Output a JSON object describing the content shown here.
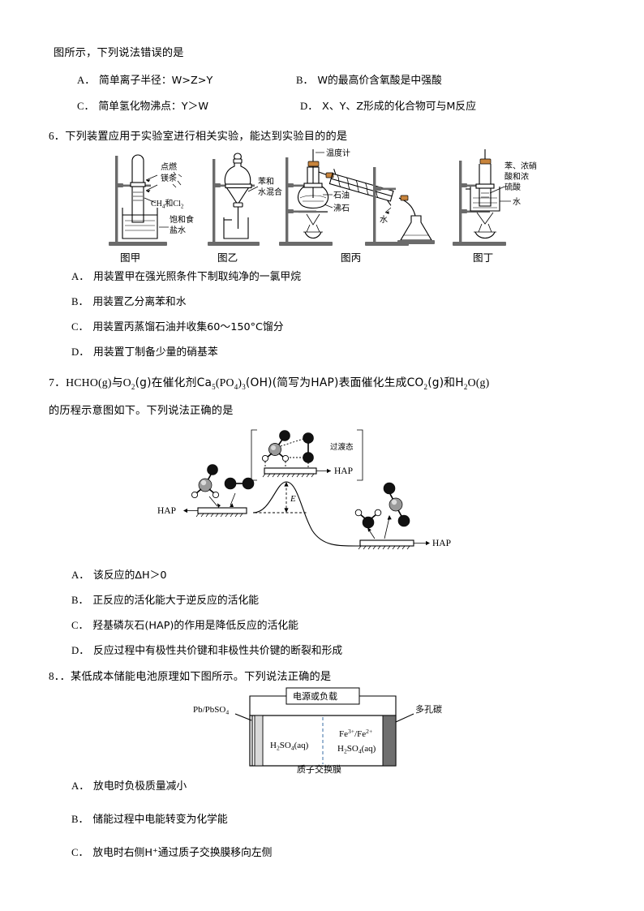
{
  "document": {
    "stem_top": "图所示，下列说法错误的是",
    "q5_options": [
      {
        "label": "A．",
        "text": "简单离子半径：W>Z>Y"
      },
      {
        "label": "B．",
        "text": "W的最高价含氧酸是中强酸"
      },
      {
        "label": "C．",
        "text": "简单氢化物沸点：Y＞W"
      },
      {
        "label": "D．",
        "text": "X、Y、Z形成的化合物可与M反应"
      }
    ],
    "q6": {
      "number": "6．",
      "stem": "下列装置应用于实验室进行相关实验，能达到实验目的的是",
      "figure_captions": [
        "图甲",
        "图乙",
        "图丙",
        "图丁"
      ],
      "apparatus_labels": {
        "a_ignite": "点燃",
        "a_mg": "镁条",
        "a_gas_pre": "CH",
        "a_gas_sub1": "4",
        "a_gas_mid": "和Cl",
        "a_gas_sub2": "2",
        "a_brine_1": "饱和食",
        "a_brine_2": "盐水",
        "b_mix_1": "苯和",
        "b_mix_2": "水混合",
        "c_thermometer": "温度计",
        "c_oil": "石油",
        "c_stone": "沸石",
        "c_water": "水",
        "d_reagent_1": "苯、浓硝",
        "d_reagent_2": "酸和浓",
        "d_reagent_3": "硫酸",
        "d_water": "水"
      },
      "options": [
        {
          "label": "A．",
          "text": "用装置甲在强光照条件下制取纯净的一氯甲烷"
        },
        {
          "label": "B．",
          "text": "用装置乙分离苯和水"
        },
        {
          "label": "C．",
          "text": "用装置丙蒸馏石油并收集60～150°C馏分"
        },
        {
          "label": "D．",
          "text": "用装置丁制备少量的硝基苯"
        }
      ]
    },
    "q7": {
      "number": "7．",
      "stem_line1_parts": [
        "HCHO(g)与O",
        "2",
        "(g)在催化剂Ca",
        "5",
        "(PO",
        "4",
        ")",
        "3",
        "(OH)(简写为HAP)表面催化生成CO",
        "2",
        "(g)和H",
        "2",
        "O(g)"
      ],
      "stem_line2": "的历程示意图如下。下列说法正确的是",
      "diagram_labels": {
        "transition_state": "过渡态",
        "hap_left": "HAP",
        "hap_top": "HAP",
        "hap_right": "HAP",
        "activation_energy": "E"
      },
      "options": [
        {
          "label": "A．",
          "text": "该反应的ΔH＞0"
        },
        {
          "label": "B．",
          "text": "正反应的活化能大于逆反应的活化能"
        },
        {
          "label": "C．",
          "text": "羟基磷灰石(HAP)的作用是降低反应的活化能"
        },
        {
          "label": "D．",
          "text": "反应过程中有极性共价键和非极性共价键的断裂和形成"
        }
      ]
    },
    "q8": {
      "number": "8．．",
      "stem": "某低成本储能电池原理如下图所示。下列说法正确的是",
      "diagram_labels": {
        "load": "电源或负载",
        "anode": "Pb/PbSO",
        "anode_sub": "4",
        "cathode": "多孔碳",
        "left_solution": "H2SO4(aq)",
        "right_couple_1": "Fe",
        "right_couple_sup1": "3+",
        "right_couple_mid": "/Fe",
        "right_couple_sup2": "2+",
        "right_solution": "H2SO4(aq)",
        "membrane": "质子交换膜"
      },
      "options": [
        {
          "label": "A．",
          "text": "放电时负极质量减小"
        },
        {
          "label": "B．",
          "text": "储能过程中电能转变为化学能"
        },
        {
          "label": "C．",
          "text": "放电时右侧H⁺通过质子交换膜移向左侧"
        }
      ]
    }
  }
}
